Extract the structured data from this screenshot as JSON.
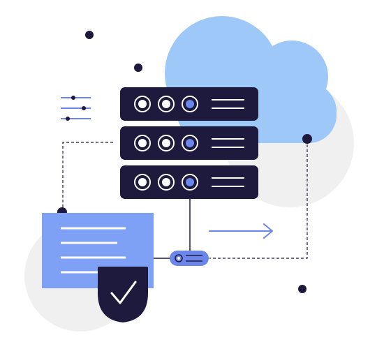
{
  "illustration": {
    "subject": "cloud-server-security",
    "elements": {
      "servers": 3,
      "lights_per_server": 3
    }
  },
  "colors": {
    "background": "#ffffff",
    "server_body": "#1e1a3e",
    "cloud": "#9dc8f8",
    "gray_circle": "#f0f0f0",
    "document": "#7fa1f5",
    "accent_blue": "#6a86ea",
    "line": "#1e1a3e",
    "white": "#ffffff"
  },
  "icons": [
    "cloud-icon",
    "server-rack-icon",
    "sliders-icon",
    "document-icon",
    "shield-check-icon",
    "arrow-right-icon",
    "connector-switch-icon"
  ]
}
